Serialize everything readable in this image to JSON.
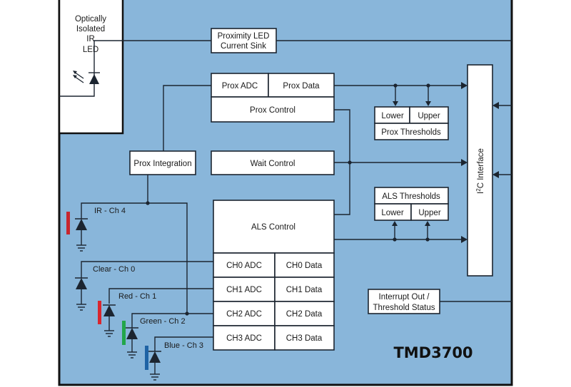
{
  "diagram": {
    "chip_name": "TMD3700",
    "colors": {
      "chip_background": "#89b6da",
      "block_fill": "#ffffff",
      "line": "#1c2530",
      "ir_filter": "#c8262e",
      "red_filter": "#d8262e",
      "green_filter": "#22a64a",
      "blue_filter": "#1f63a5"
    },
    "led_module": {
      "lines": [
        "Optically",
        "Isolated",
        "IR",
        "LED"
      ]
    },
    "blocks": {
      "prox_led_sink": [
        "Proximity LED",
        "Current Sink"
      ],
      "prox_adc": "Prox ADC",
      "prox_data": "Prox Data",
      "prox_control": "Prox Control",
      "prox_integration": "Prox Integration",
      "wait_control": "Wait Control",
      "als_control": "ALS Control",
      "prox_thresholds": {
        "title": "Prox Thresholds",
        "lower": "Lower",
        "upper": "Upper"
      },
      "als_thresholds": {
        "title": "ALS Thresholds",
        "lower": "Lower",
        "upper": "Upper"
      },
      "i2c_interface": {
        "prefix": "I",
        "superscript": "2",
        "suffix": "C Interface"
      },
      "interrupt": [
        "Interrupt Out /",
        "Threshold Status"
      ],
      "channels": [
        {
          "adc": "CH0 ADC",
          "data": "CH0 Data"
        },
        {
          "adc": "CH1 ADC",
          "data": "CH1 Data"
        },
        {
          "adc": "CH2 ADC",
          "data": "CH2 Data"
        },
        {
          "adc": "CH3 ADC",
          "data": "CH3 Data"
        }
      ]
    },
    "photodiodes": [
      {
        "label": "IR - Ch 4",
        "filter": "ir"
      },
      {
        "label": "Clear - Ch 0",
        "filter": "none"
      },
      {
        "label": "Red - Ch 1",
        "filter": "red"
      },
      {
        "label": "Green - Ch 2",
        "filter": "green"
      },
      {
        "label": "Blue - Ch 3",
        "filter": "blue"
      }
    ]
  }
}
